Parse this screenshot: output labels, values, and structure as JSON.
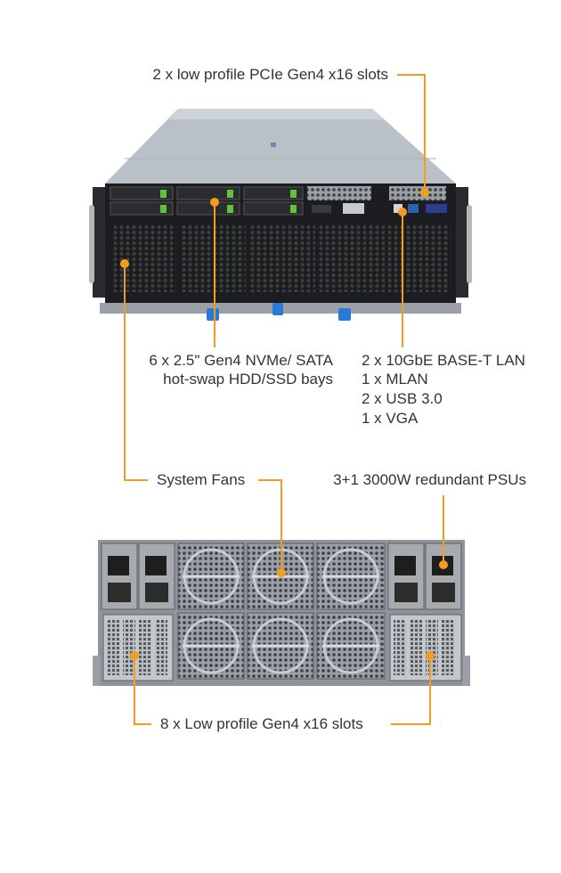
{
  "callouts": {
    "pcie_top": "2 x low profile PCIe Gen4 x16 slots",
    "drive_bays_line1": "6 x 2.5\" Gen4 NVMe/ SATA",
    "drive_bays_line2": "hot-swap HDD/SSD bays",
    "io_ports": [
      "2 x 10GbE BASE-T LAN",
      "1 x MLAN",
      "2 x USB 3.0",
      "1 x VGA"
    ],
    "system_fans": "System Fans",
    "psus": "3+1 3000W redundant PSUs",
    "rear_slots": "8 x Low profile Gen4 x16 slots"
  },
  "colors": {
    "accent": "#f39c1f",
    "chassis_top": "#b9c0c8",
    "chassis_front": "#1c1d20",
    "drive_latch": "#62c23a",
    "handle_blue": "#2d7ad6",
    "rear_body": "#8e949a"
  }
}
